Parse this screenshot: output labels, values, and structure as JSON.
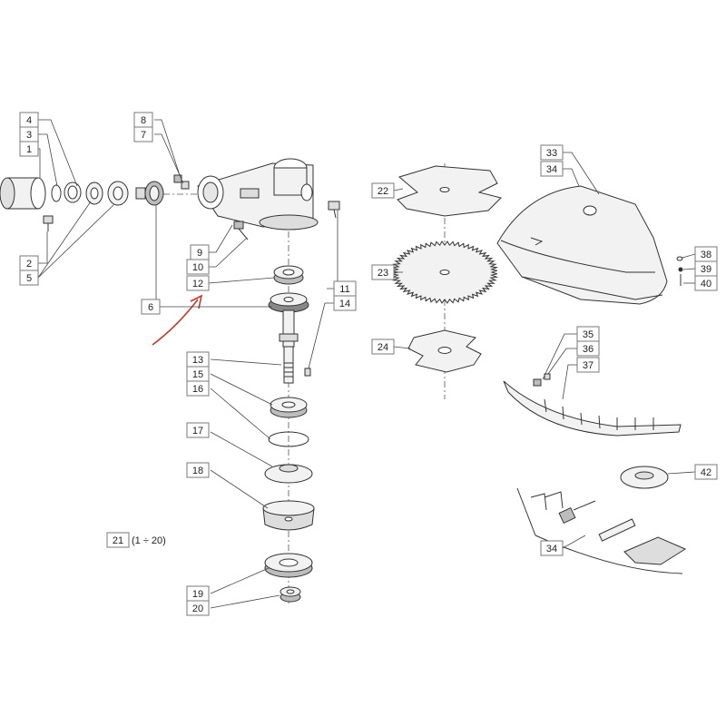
{
  "labels": {
    "p1": "1",
    "p2": "2",
    "p3": "3",
    "p4": "4",
    "p5": "5",
    "p6": "6",
    "p7": "7",
    "p8": "8",
    "p9": "9",
    "p10": "10",
    "p11": "11",
    "p12": "12",
    "p13": "13",
    "p14": "14",
    "p15": "15",
    "p16": "16",
    "p17": "17",
    "p18": "18",
    "p19": "19",
    "p20": "20",
    "p21": "21",
    "p22": "22",
    "p23": "23",
    "p24": "24",
    "p33": "33",
    "p34a": "34",
    "p34b": "34",
    "p35": "35",
    "p36": "36",
    "p37": "37",
    "p38": "38",
    "p39": "39",
    "p40": "40",
    "p42": "42"
  },
  "kit_note": "(1 ÷ 20)",
  "colors": {
    "line": "#333333",
    "box_border": "#7a7a7a",
    "part_fill": "#f2f2f2",
    "part_shade": "#bdbdbd",
    "arrow": "#c0392b"
  }
}
